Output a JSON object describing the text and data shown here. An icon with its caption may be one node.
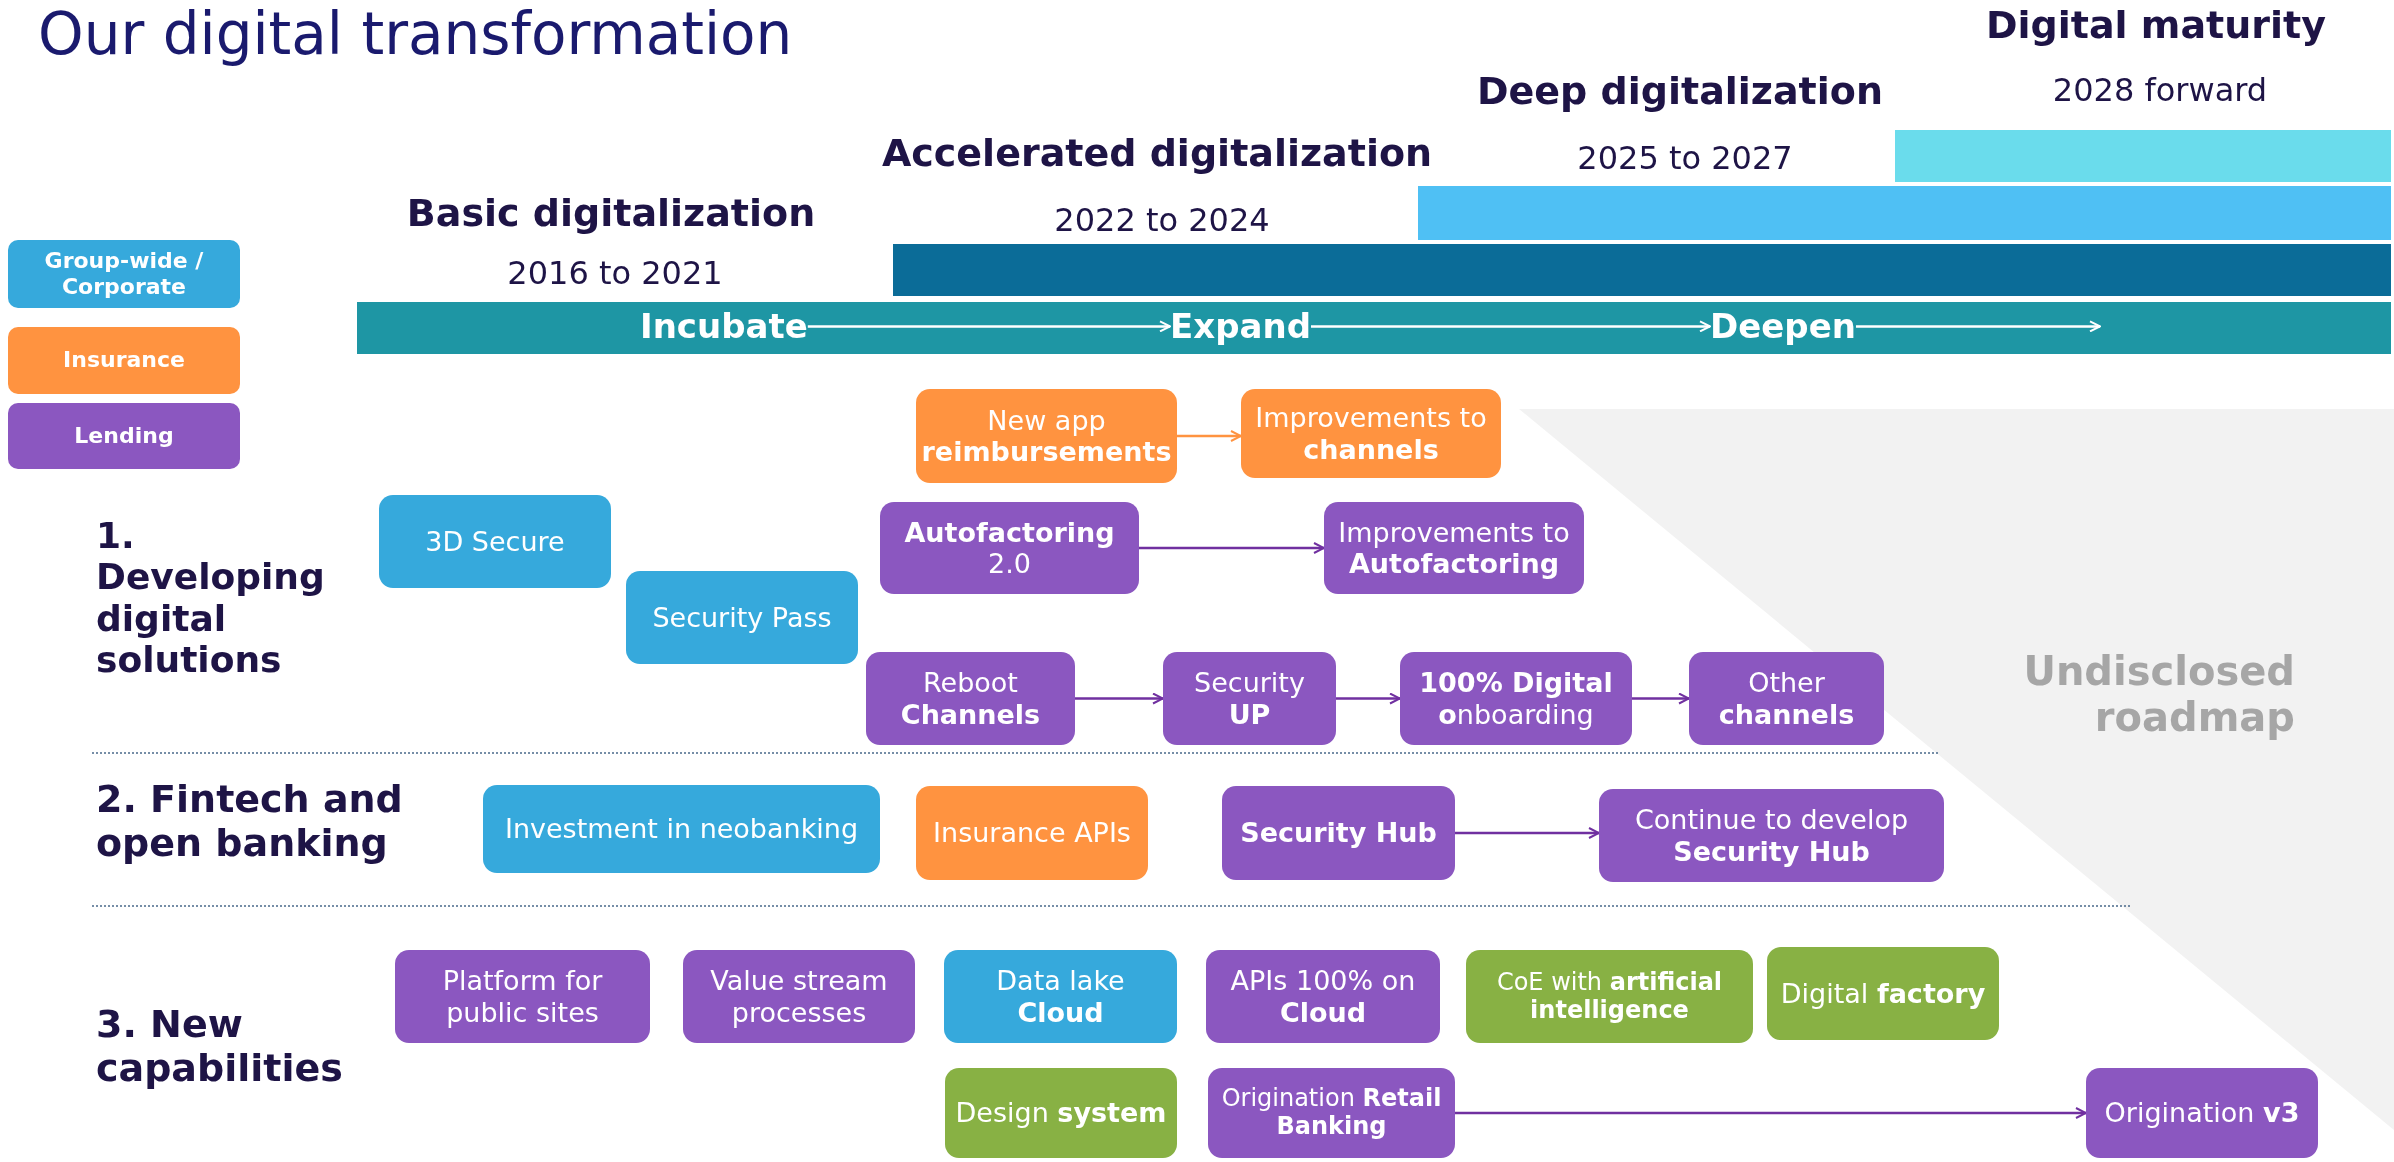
{
  "diagram": {
    "title": "Our digital transformation",
    "nodes": [
      {
        "text": [
          "New app **reimbursements**"
        ]
      },
      {
        "text": [
          "Improvements to **channels**"
        ]
      },
      {
        "text": [
          "3D Secure"
        ]
      },
      {
        "text": [
          "Security Pass"
        ]
      },
      {
        "text": [
          "**Autofactoring** 2.0"
        ]
      },
      {
        "text": [
          "Improvements to **Autofactoring**"
        ]
      },
      {
        "text": [
          "Reboot **Channels**"
        ]
      },
      {
        "text": [
          "Security **UP**"
        ]
      },
      {
        "text": [
          "**100% Digital o**nboarding"
        ]
      },
      {
        "text": [
          "Other **channels**"
        ]
      },
      {
        "text": [
          "Investment in neobanking"
        ]
      },
      {
        "text": [
          "Insurance APIs"
        ]
      },
      {
        "text": [
          "Security Hub"
        ]
      },
      {
        "text": [
          "Continue to develop **Security Hub**"
        ]
      },
      {
        "text": [
          "Platform for public sites"
        ]
      },
      {
        "text": [
          "Value stream processes"
        ]
      },
      {
        "text": [
          "Data lake **Cloud**"
        ]
      },
      {
        "text": [
          "APIs 100% on **Cloud**"
        ]
      },
      {
        "text": [
          "CoE with **artificial intelligence**"
        ]
      },
      {
        "text": [
          "Digital **factory**"
        ]
      },
      {
        "text": [
          "Design **system**"
        ]
      },
      {
        "text": [
          "Origination **Retail Banking**"
        ]
      },
      {
        "text": [
          "Origination **v3**"
        ]
      },
      {
        "text": [
          "Incubate"
        ]
      },
      {
        "text": [
          "Expand"
        ]
      },
      {
        "text": [
          "Deepen"
        ]
      }
    ],
    "edges": [
      {
        "from": 0,
        "to": 1,
        "arrow": "to",
        "color": "#ff9340"
      },
      {
        "from": 4,
        "to": 5,
        "arrow": "to"
      },
      {
        "from": 6,
        "to": 7,
        "arrow": "to"
      },
      {
        "from": 7,
        "to": 8,
        "arrow": "to"
      },
      {
        "from": 8,
        "to": 9,
        "arrow": "to"
      },
      {
        "from": 12,
        "to": 13,
        "arrow": "to"
      },
      {
        "from": 21,
        "to": 22,
        "arrow": "to"
      },
      {
        "from": 23,
        "to": 24,
        "arrow": "to",
        "color": "#ffffff"
      },
      {
        "from": 24,
        "to": 25,
        "arrow": "to",
        "color": "#ffffff"
      },
      {
        "from": 25,
        "to": null,
        "arrow": "to",
        "color": "#ffffff"
      }
    ],
    "labels": [
      "Digital maturity",
      "2028 forward",
      "Deep digitalization",
      "2025 to 2027",
      "Accelerated digitalization",
      "2022 to 2024",
      "Basic digitalization",
      "2016 to 2021",
      "1. Developing digital solutions",
      "Undisclosed roadmap",
      "2. Fintech and open banking",
      "3. New capabilities"
    ],
    "legend": [
      {
        "text": "Group-wide / Corporate",
        "color": "#36a9dc"
      },
      {
        "text": "Insurance",
        "color": "#ff9340"
      },
      {
        "text": "Lending",
        "color": "#8b57c0"
      }
    ]
  }
}
